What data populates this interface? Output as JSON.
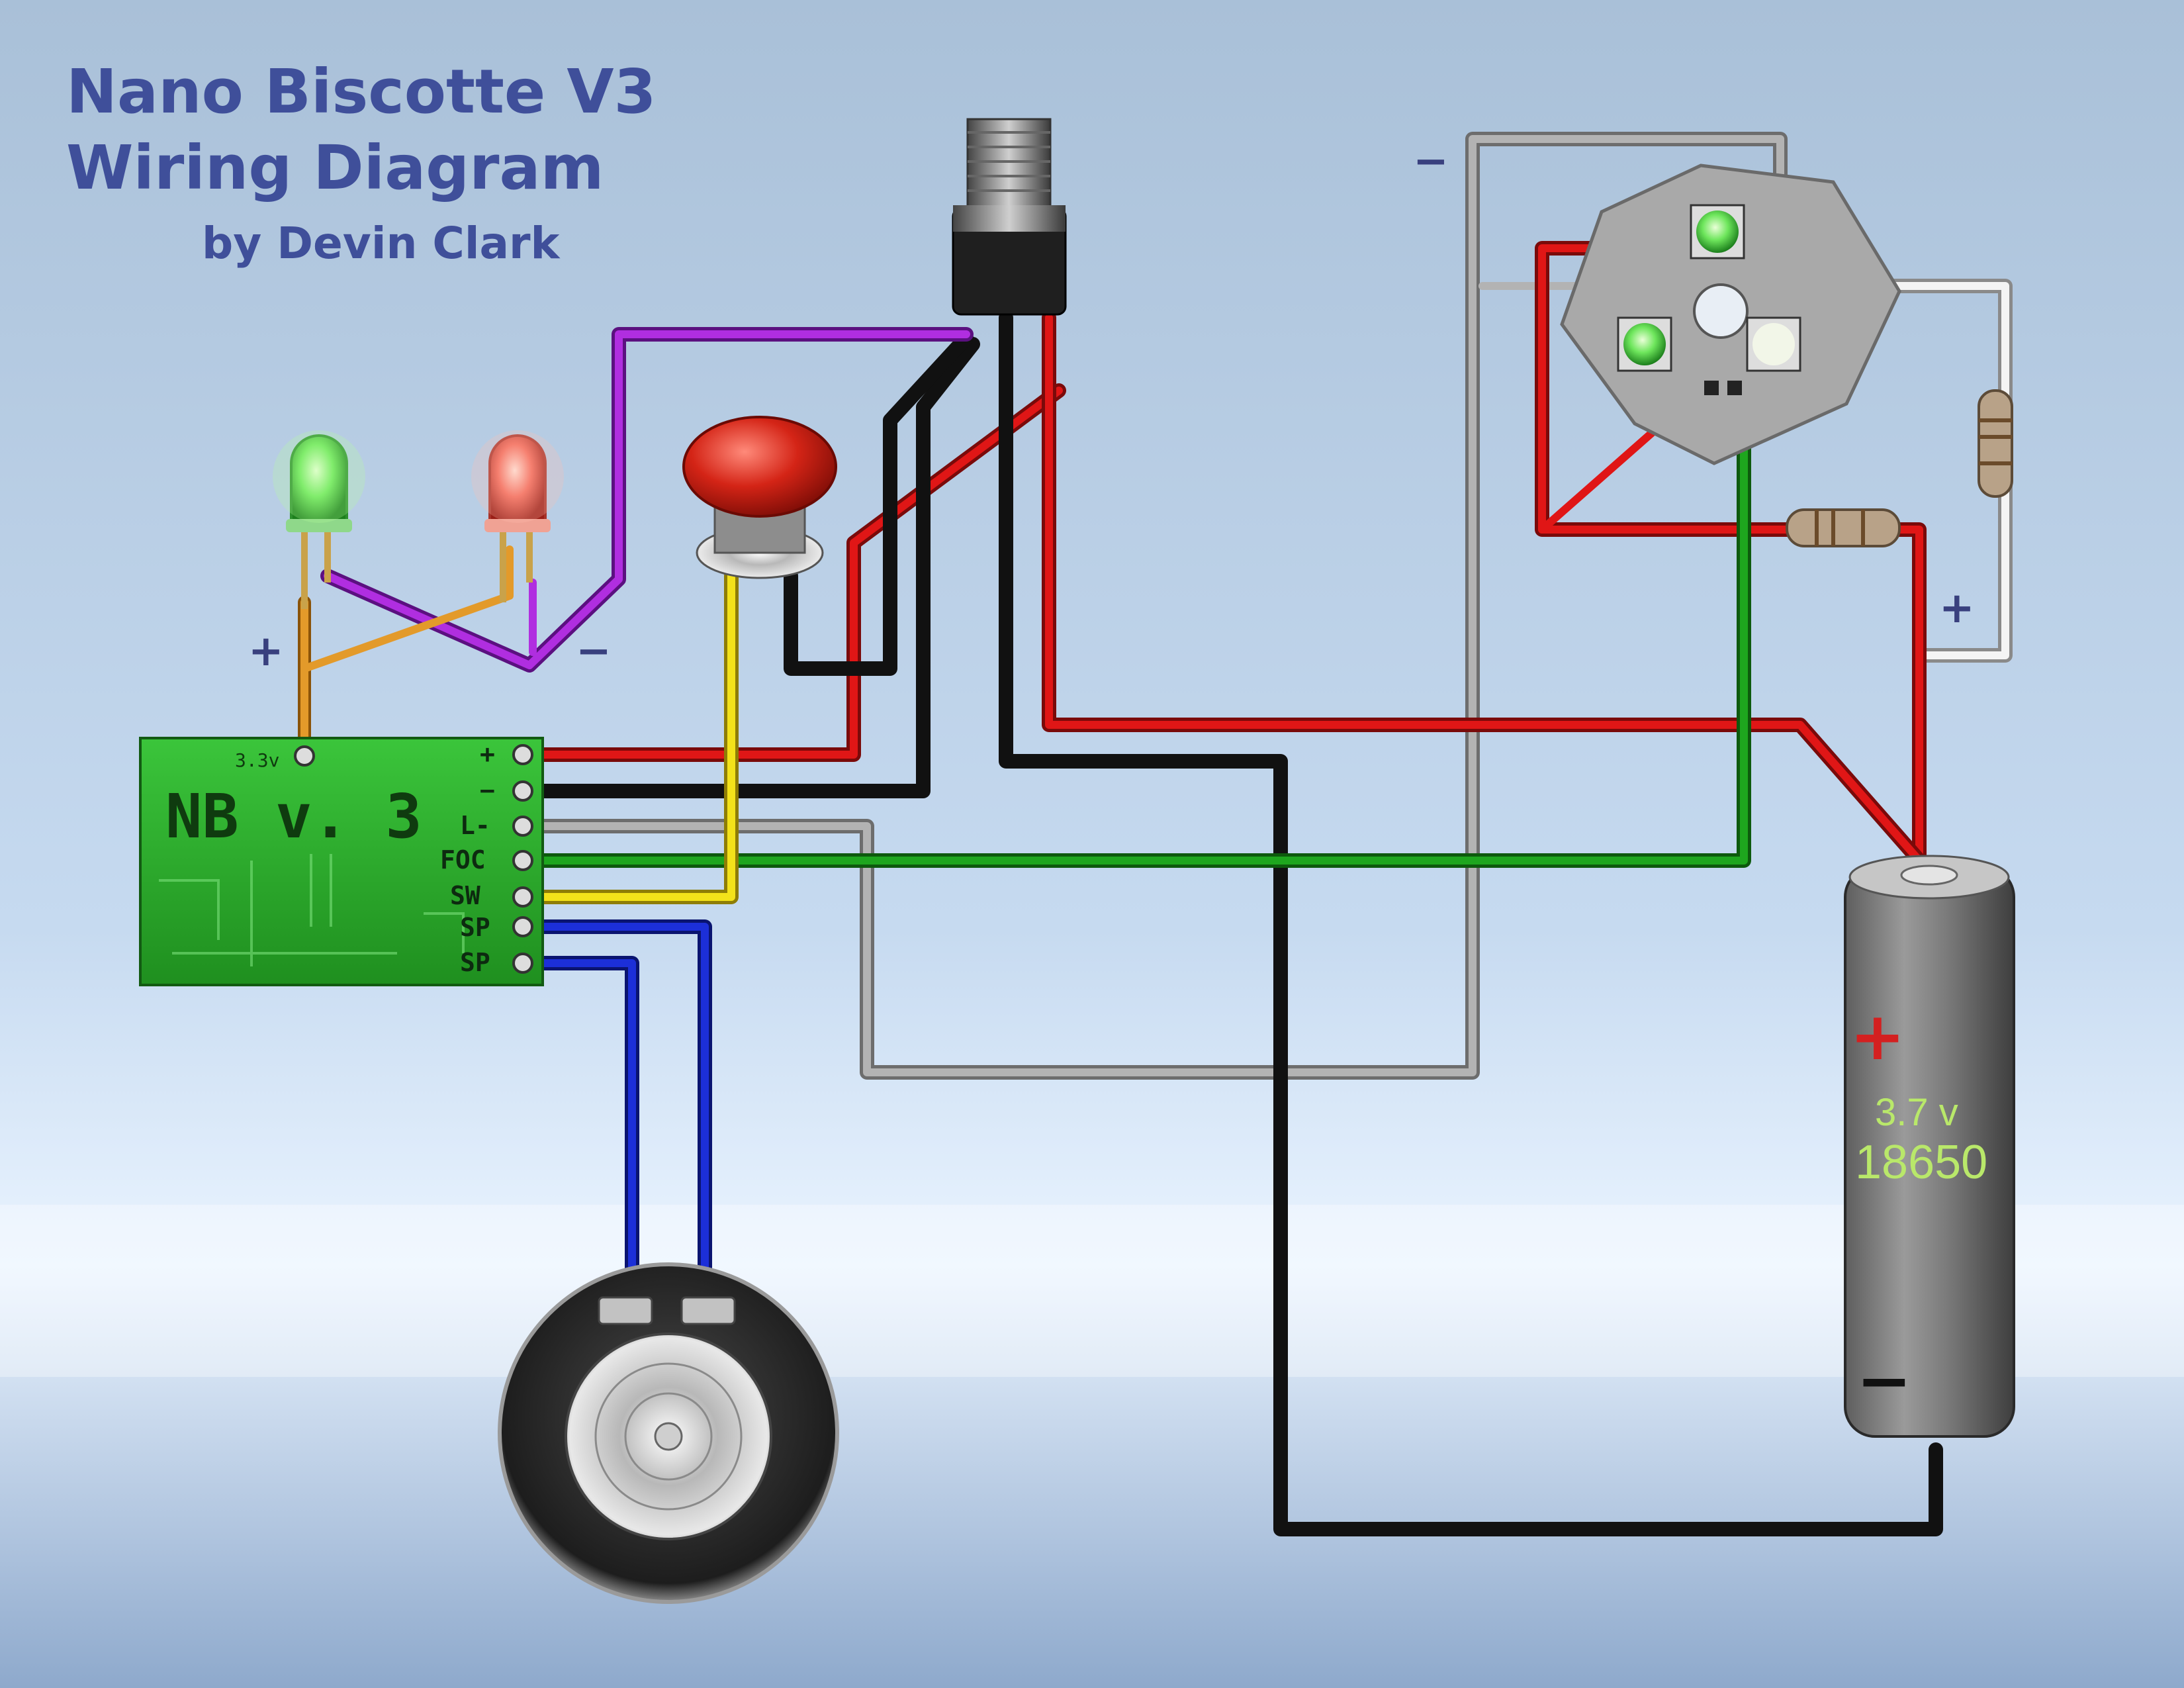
{
  "title": {
    "line1": "Nano Biscotte V3",
    "line2": "Wiring Diagram",
    "byline": "by Devin Clark"
  },
  "board": {
    "name": "NB v. 3",
    "supply_label": "3.3v",
    "pins": [
      "+",
      "−",
      "L-",
      "FOC",
      "SW",
      "SP",
      "SP"
    ]
  },
  "battery": {
    "voltage": "3.7 v",
    "model": "18650",
    "plus_mark": "+",
    "minus_mark": "−"
  },
  "polarity_labels": {
    "indicator_plus": "+",
    "indicator_minus": "−",
    "led_star_minus": "−",
    "resistor_plus": "+"
  },
  "colors": {
    "wire_red": "#e01616",
    "wire_black": "#111111",
    "wire_gray": "#9c9c9c",
    "wire_white": "#f4f4f4",
    "wire_green": "#1ea61e",
    "wire_yellow": "#f3e21a",
    "wire_blue": "#1c2fd8",
    "wire_purple": "#b02ee0",
    "wire_orange": "#e39a2a",
    "pcb_green": "#2fb52f",
    "title_blue": "#3f4f9a"
  }
}
